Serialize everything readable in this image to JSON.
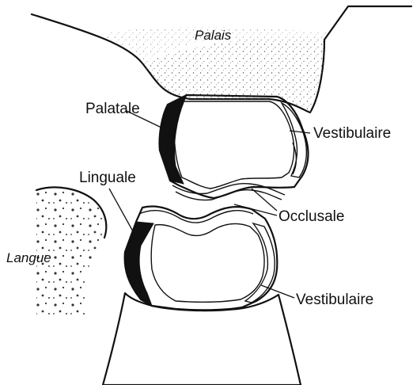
{
  "labels": {
    "palais": "Palais",
    "palatale": "Palatale",
    "vestibulaire_top": "Vestibulaire",
    "linguale": "Linguale",
    "occlusale": "Occlusale",
    "langue": "Langue",
    "vestibulaire_bottom": "Vestibulaire"
  }
}
